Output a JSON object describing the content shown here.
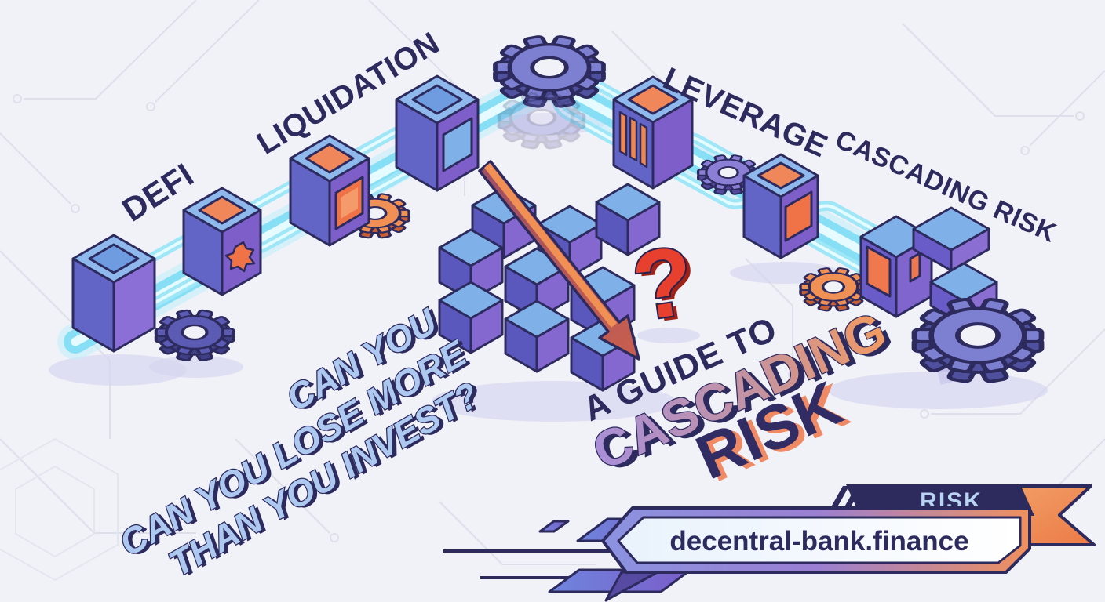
{
  "pipeline": {
    "stages": [
      {
        "label": "DEFI"
      },
      {
        "label": "LIQUIDATION"
      },
      {
        "label": "LEVERAGE"
      },
      {
        "label": "CASCADING RISK"
      }
    ]
  },
  "question": {
    "line1": "CAN YOU",
    "line2": "CAN YOU LOSE MORE",
    "line3": "THAN YOU INVEST?"
  },
  "title": {
    "kicker": "A GUIDE TO",
    "word1": "CASCADING",
    "word2": "RISK"
  },
  "footer": {
    "badge": "RISK",
    "url": "decentral-bank.finance"
  },
  "symbols": {
    "question_mark": "?"
  },
  "colors": {
    "background": "#f1f2f8",
    "outline": "#2d2a5e",
    "tube_cyan": "#86dff5",
    "accent_orange": "#f0905c",
    "accent_purple": "#7d7fd0",
    "question_red": "#e8402f",
    "question_text_blue": "#adc9f0",
    "badge_text_blue": "#b9d3f2"
  }
}
